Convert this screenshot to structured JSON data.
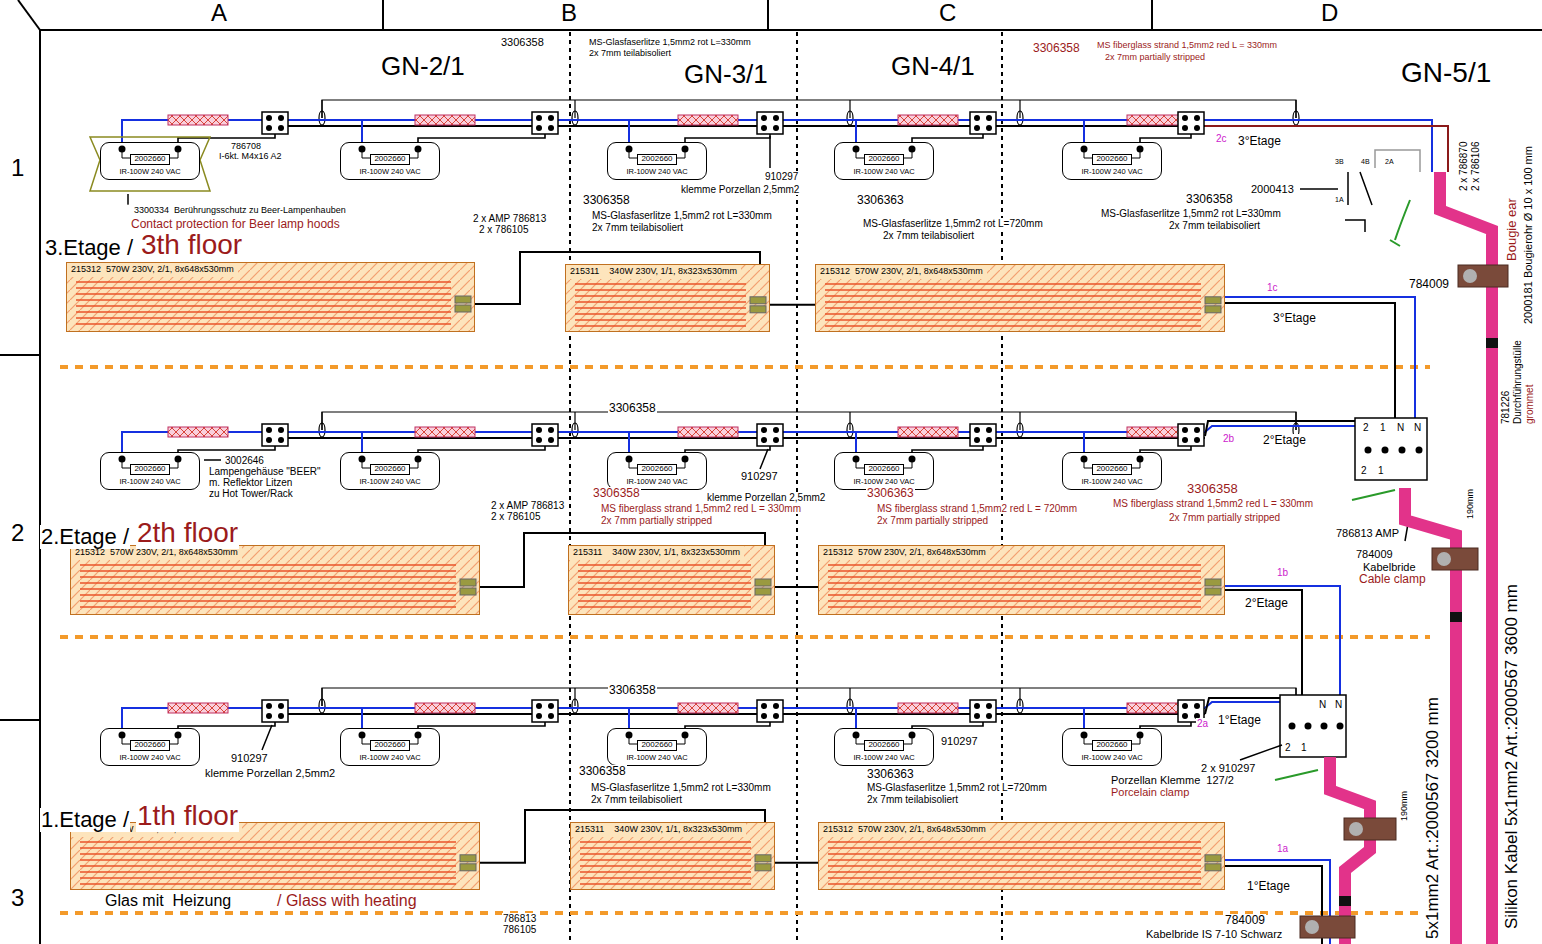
{
  "diagram": {
    "nodes": [
      {
        "text": [
          "2002660",
          "IR-100W 240 VAC"
        ]
      },
      {
        "text": [
          "2002660",
          "IR-100W 240 VAC"
        ]
      },
      {
        "text": [
          "2002660",
          "IR-100W 240 VAC"
        ]
      },
      {
        "text": [
          "2002660",
          "IR-100W 240 VAC"
        ]
      },
      {
        "text": [
          "2002660",
          "IR-100W 240 VAC"
        ]
      },
      {
        "text": [
          "215312  570W 230V, 2/1, 8x648x530mm"
        ]
      },
      {
        "text": [
          "215311    340W 230V, 1/1, 8x323x530mm"
        ]
      },
      {
        "text": [
          "215312  570W 230V, 2/1, 8x648x530mm"
        ]
      },
      {
        "text": [
          "2002660",
          "IR-100W 240 VAC"
        ]
      },
      {
        "text": [
          "2002660",
          "IR-100W 240 VAC"
        ]
      },
      {
        "text": [
          "2002660",
          "IR-100W 240 VAC"
        ]
      },
      {
        "text": [
          "2002660",
          "IR-100W 240 VAC"
        ]
      },
      {
        "text": [
          "2002660",
          "IR-100W 240 VAC"
        ]
      },
      {
        "text": [
          "215312  570W 230V, 2/1, 8x648x530mm"
        ]
      },
      {
        "text": [
          "215311    340W 230V, 1/1, 8x323x530mm"
        ]
      },
      {
        "text": [
          "215312  570W 230V, 2/1, 8x648x530mm"
        ]
      },
      {
        "text": [
          "2002660",
          "IR-100W 240 VAC"
        ]
      },
      {
        "text": [
          "2002660",
          "IR-100W 240 VAC"
        ]
      },
      {
        "text": [
          "2002660",
          "IR-100W 240 VAC"
        ]
      },
      {
        "text": [
          "2002660",
          "IR-100W 240 VAC"
        ]
      },
      {
        "text": [
          "2002660",
          "IR-100W 240 VAC"
        ]
      },
      {
        "text": [
          "215312  570W 230V, 2/1, 8x648x530mm"
        ]
      },
      {
        "text": [
          "215311    340W 230V, 1/1, 8x323x530mm"
        ]
      },
      {
        "text": [
          "215312  570W 230V, 2/1, 8x648x530mm"
        ]
      }
    ],
    "edges": [
      {
        "from": 5,
        "to": 6,
        "arrow": "none"
      },
      {
        "from": 6,
        "to": 7,
        "arrow": "none"
      },
      {
        "from": 13,
        "to": 14,
        "arrow": "none"
      },
      {
        "from": 14,
        "to": 15,
        "arrow": "none"
      },
      {
        "from": 21,
        "to": 22,
        "arrow": "none"
      },
      {
        "from": 22,
        "to": 23,
        "arrow": "none"
      }
    ],
    "labels": [
      "A",
      "B",
      "C",
      "D",
      "1",
      "2",
      "3",
      "GN-2/1",
      "GN-3/1",
      "GN-4/1",
      "GN-5/1",
      "3306358",
      "MS-Glasfaserlitze 1,5mm2 rot L=330mm",
      "2x 7mm teilabisoliert",
      "3306358",
      "MS fiberglass strand 1,5mm2 red L = 330mm",
      "2x 7mm partially stripped",
      "786708",
      "I-6kt. M4x16 A2",
      "3300334  Berührungsschutz zu Beer-Lampenhauben",
      "Contact protection for Beer lamp hoods",
      "910297",
      "klemme Porzellan 2,5mm2",
      "2c",
      "3°Etage",
      "2000413",
      "3B",
      "4B",
      "1A",
      "2A",
      "2 x 786870",
      "2 x 786106",
      "Bougie ear",
      "2000181 Bougierohr Ø 10 x 100 mm",
      "3.Etage /",
      "3th floor",
      "2 x AMP 786813",
      "2 x 786105",
      "3306358",
      "MS-Glasfaserlitze 1,5mm2 rot L=330mm",
      "2x 7mm teilabisoliert",
      "3306363",
      "MS-Glasfaserlitze 1,5mm2 rot L=720mm",
      "2x 7mm teilabisoliert",
      "3306358",
      "MS-Glasfaserlitze 1,5mm2 rot L=330mm",
      "2x 7mm teilabisoliert",
      "1c",
      "3°Etage",
      "784009",
      "781226",
      "Durchführungstülle",
      "grommet",
      "3306358",
      "3002646",
      "Lampengehäuse \"BEER\"",
      "m. Reflektor Litzen",
      "zu Hot Tower/Rack",
      "910297",
      "klemme Porzellan 2,5mm2",
      "2b",
      "2°Etage",
      "2",
      "1",
      "N",
      "N",
      "2",
      "1",
      "2 x AMP 786813",
      "2 x 786105",
      "3306358",
      "MS fiberglass strand 1,5mm2 red L = 330mm",
      "2x 7mm partially stripped",
      "3306363",
      "MS fiberglass strand 1,5mm2 red L = 720mm",
      "2x 7mm partially stripped",
      "3306358",
      "MS fiberglass strand 1,5mm2 red L = 330mm",
      "2x 7mm partially stripped",
      "786813 AMP",
      "190mm",
      "784009",
      "Kabelbride",
      "Cable clamp",
      "1b",
      "2°Etage",
      "2.Etage /",
      "2th floor",
      "Silikon Kabel 5x1mm2 Art.:2000567 3600 mm",
      "3306358",
      "910297",
      "klemme Porzellan 2,5mm2",
      "910297",
      "2a",
      "1°Etage",
      "N",
      "N",
      "2",
      "1",
      "2 x 910297",
      "Porzellan Klemme  127/2",
      "Porcelain clamp",
      "190mm",
      "3306358",
      "MS-Glasfaserlitze 1,5mm2 rot L=330mm",
      "2x 7mm teilabisoliert",
      "3306363",
      "MS-Glasfaserlitze 1,5mm2 rot L=720mm",
      "2x 7mm teilabisoliert",
      "1.Etage /",
      "1th floor",
      "1a",
      "1°Etage",
      "Glas mit  Heizung",
      "/ Glass with heating",
      "786813",
      "786105",
      "784009",
      "Kabelbride IS 7-10 Schwarz",
      "5x1mm2 Art.:2000567 3200 mm"
    ]
  }
}
